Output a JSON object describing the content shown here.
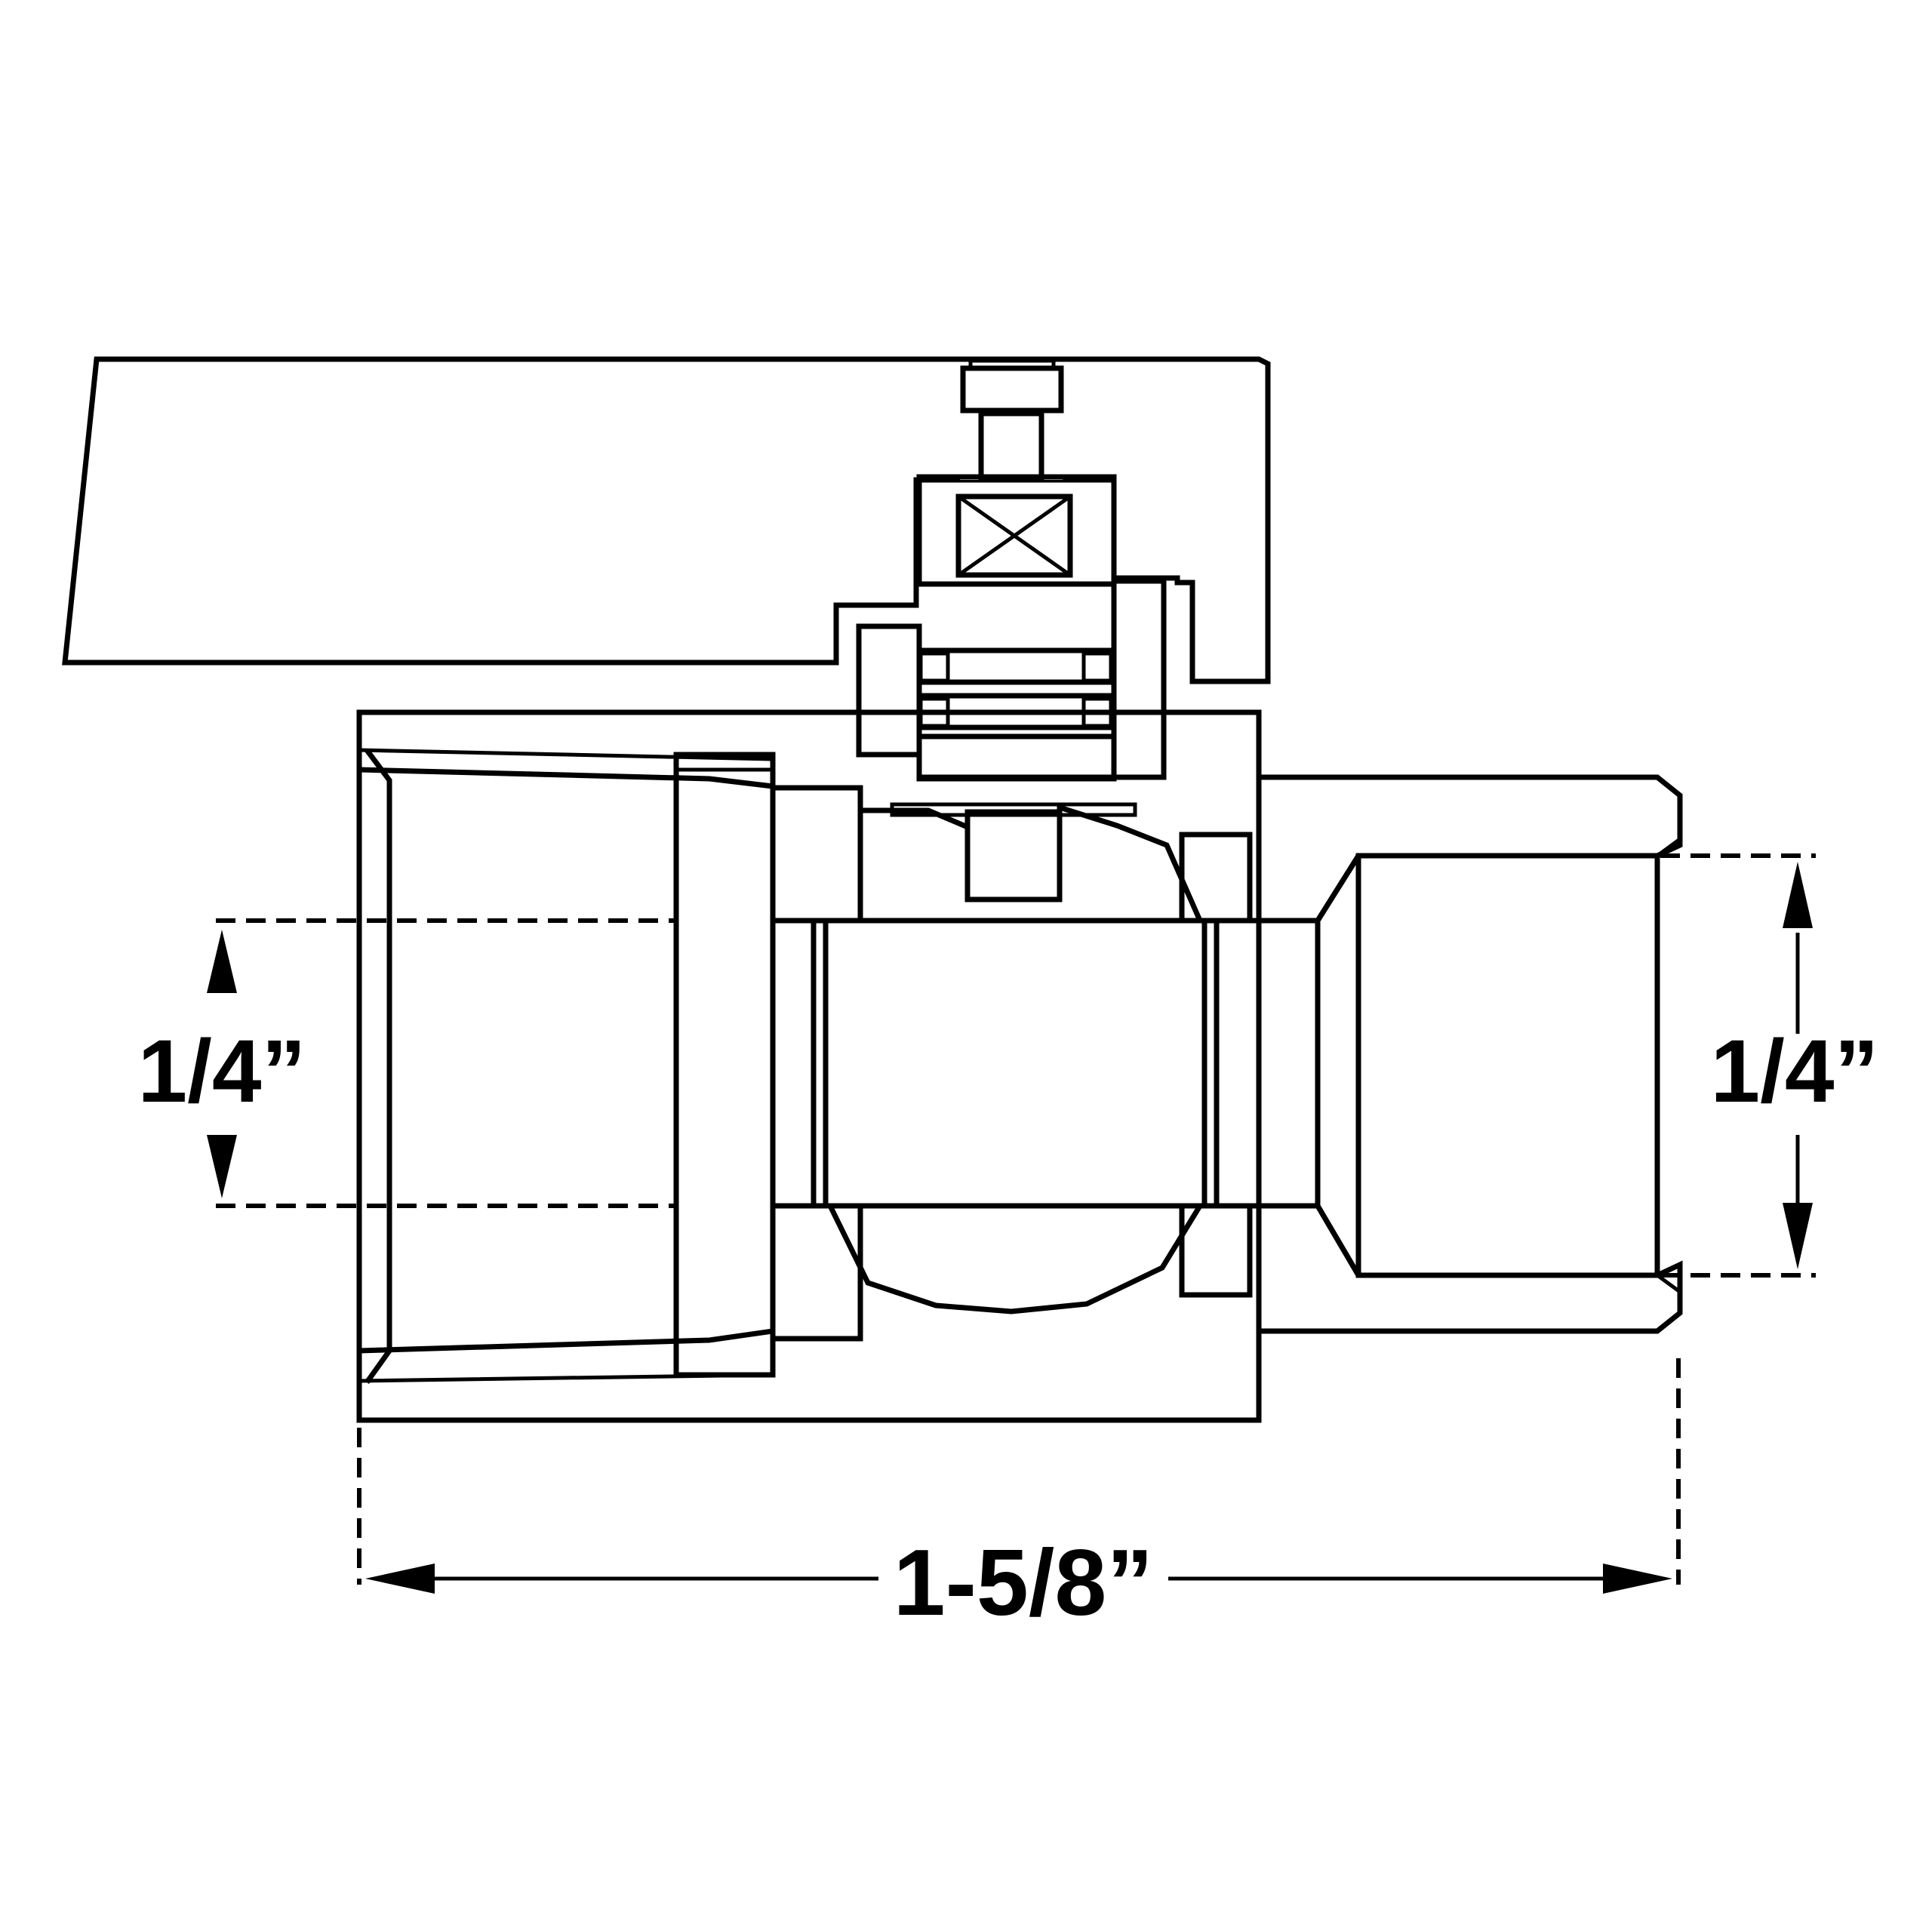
{
  "diagram": {
    "left_dimension_label": "1/4”",
    "right_dimension_label": "1/4”",
    "length_dimension_label": "1-5/8”",
    "line_color": "#000000",
    "background_color": "#ffffff"
  }
}
